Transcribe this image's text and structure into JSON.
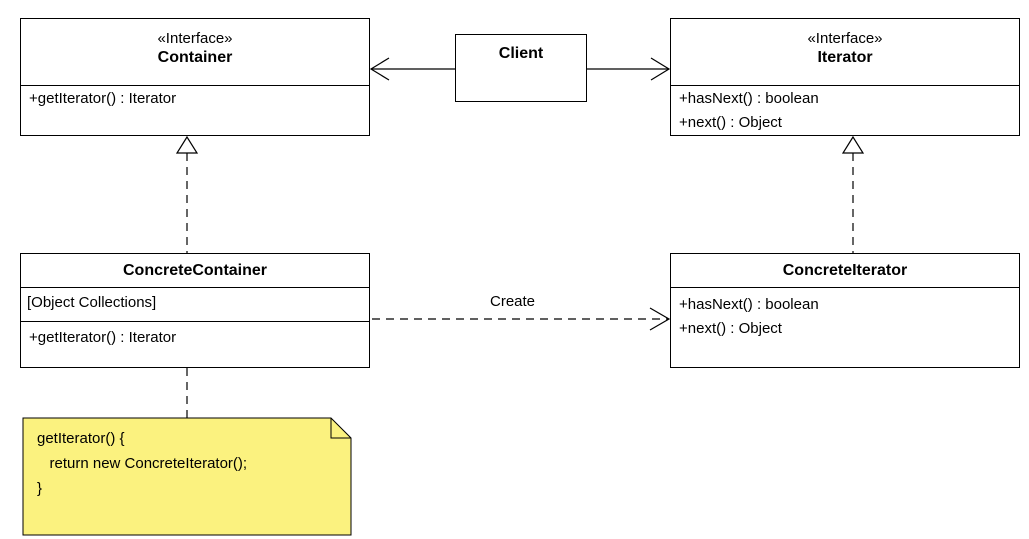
{
  "classes": {
    "container": {
      "stereotype": "«Interface»",
      "name": "Container",
      "methods": [
        "+getIterator() : Iterator"
      ]
    },
    "iterator": {
      "stereotype": "«Interface»",
      "name": "Iterator",
      "methods": [
        "+hasNext() : boolean",
        "+next() : Object"
      ]
    },
    "client": {
      "name": "Client"
    },
    "concrete_container": {
      "name": "ConcreteContainer",
      "attributes": [
        "[Object Collections]"
      ],
      "methods": [
        "+getIterator() : Iterator"
      ]
    },
    "concrete_iterator": {
      "name": "ConcreteIterator",
      "methods": [
        "+hasNext() : boolean",
        "+next() : Object"
      ]
    }
  },
  "relations": {
    "create_label": "Create"
  },
  "note": {
    "lines": [
      "getIterator() {",
      "   return new ConcreteIterator();",
      "}"
    ],
    "fill_color": "#fbf27f"
  }
}
